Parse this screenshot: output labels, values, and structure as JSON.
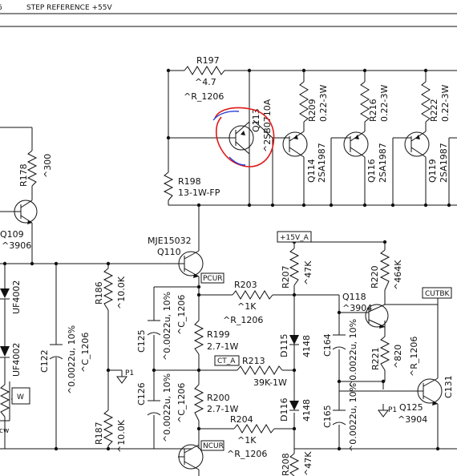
{
  "header": {
    "page_num": "6",
    "title": "STEP REFERENCE +55V"
  },
  "components": {
    "r197": {
      "ref": "R197",
      "value": "^4.7",
      "pkg": "^R_1206"
    },
    "q113": {
      "ref": "Q113",
      "part": "^2SB0710A"
    },
    "r209": {
      "ref": "R209",
      "value": "0.22-3W"
    },
    "r216": {
      "ref": "R216",
      "value": "0.22-3W"
    },
    "r222": {
      "ref": "R222",
      "value": "0.22-3W"
    },
    "q114": {
      "ref": "Q114",
      "part": "2SA1987"
    },
    "q116": {
      "ref": "Q116",
      "part": "2SA1987"
    },
    "q119": {
      "ref": "Q119",
      "part": "2SA1987"
    },
    "r198": {
      "ref": "R198",
      "value": "13-1W-FP"
    },
    "r178": {
      "ref": "R178",
      "value": "^300"
    },
    "q109": {
      "ref": "Q109",
      "part": "^3906"
    },
    "q110": {
      "ref": "Q110",
      "part": "MJE15032"
    },
    "r186": {
      "ref": "R186",
      "value": "^10.0K"
    },
    "r187": {
      "ref": "R187",
      "value": "^10.0K"
    },
    "c122": {
      "ref": "C122",
      "value": "^0.0022u, 10%",
      "pkg": "^C_1206"
    },
    "c125": {
      "ref": "C125",
      "value": "^0.0022u, 10%",
      "pkg": "^C_1206"
    },
    "c126": {
      "ref": "C126",
      "value": "^0.0022u, 10%",
      "pkg": "^C_1206"
    },
    "r199": {
      "ref": "R199",
      "value": "2.7-1W"
    },
    "r200": {
      "ref": "R200",
      "value": "2.7-1W"
    },
    "r203": {
      "ref": "R203",
      "value": "^1K",
      "pkg": "^R_1206"
    },
    "r204": {
      "ref": "R204",
      "value": "^1K",
      "pkg": "^R_1206"
    },
    "r207": {
      "ref": "R207",
      "value": "^47K"
    },
    "r208": {
      "ref": "R208",
      "value": "^47K"
    },
    "r213": {
      "ref": "R213",
      "value": "39K-1W"
    },
    "d115": {
      "ref": "D115",
      "part": "4148"
    },
    "d116": {
      "ref": "D116",
      "part": "4148"
    },
    "c164": {
      "ref": "C164",
      "value": "^0.0022u, 10%"
    },
    "c165": {
      "ref": "C165",
      "value": "^0.0022u, 10%"
    },
    "r220": {
      "ref": "R220",
      "value": "^464K"
    },
    "q118": {
      "ref": "Q118",
      "part": "^3904"
    },
    "r221": {
      "ref": "R221",
      "value": "^820",
      "pkg": "^R_1206"
    },
    "q125": {
      "ref": "Q125",
      "part": "^3904"
    },
    "c131": {
      "ref": "C131"
    },
    "uf_top": {
      "part": "UF4002"
    },
    "uf_bot": {
      "part": "UF4002"
    }
  },
  "ports": {
    "p15v": "+15V_A",
    "pcur": "PCUR",
    "ncur": "NCUR",
    "ct_a": "CT_A",
    "cutbk": "CUTBK",
    "p1_left": "P1",
    "p1_right": "P1",
    "pot_w": "W"
  },
  "annotation": {
    "color": "#e01818",
    "accent": "#2a3fd8",
    "note": "hand-drawn circle around Q113"
  }
}
